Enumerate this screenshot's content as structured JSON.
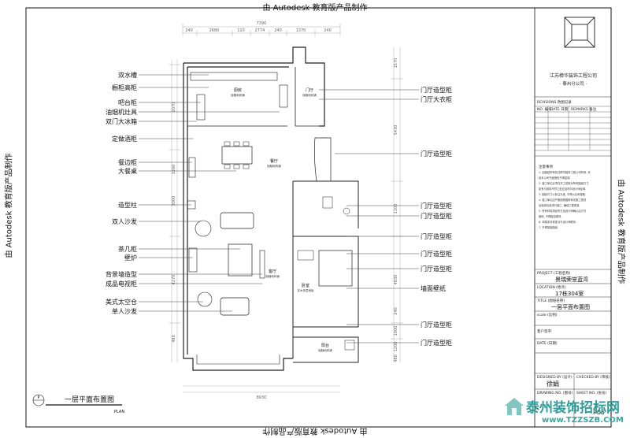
{
  "watermarks": {
    "top": "由 Autodesk 教育版产品制作",
    "bottom": "由 Autodesk 教育版产品制作",
    "left": "由 Autodesk 教育版产品制作",
    "right": "由 Autodesk 教育版产品制作"
  },
  "dimensions": {
    "top_total": "7390",
    "top_segments": [
      "240",
      "2680",
      "110",
      "2774",
      "240",
      "1370",
      "240"
    ],
    "bottom_total": "8930",
    "left_segments": [
      "2070",
      "3260",
      "3000",
      "4270",
      "480"
    ],
    "right_segments": [
      "1570",
      "5430",
      "1100",
      "4830",
      "240",
      "1000",
      "1200",
      "480"
    ]
  },
  "left_labels": [
    "双水槽",
    "橱柜高柜",
    "吧台柜",
    "油烟机灶具",
    "双门大冰箱",
    "定做酒柜",
    "餐边柜",
    "大餐桌",
    "造型柱",
    "双人沙发",
    "茶几柜",
    "壁炉",
    "背景墙造型",
    "成品电视柜",
    "美式太空仓",
    "单人沙发"
  ],
  "right_labels": [
    "门厅造型柜",
    "门厅大衣柜",
    "门厅造型柜",
    "门厅造型柜",
    "门厅造型柜",
    "门厅造型柜",
    "门厅造型柜",
    "门厅造型柜",
    "墙面壁纸",
    "门厅造型柜",
    "门厅造型柜"
  ],
  "rooms": [
    {
      "name": "厨房",
      "sub": "抛釉地砖铺"
    },
    {
      "name": "门厅",
      "sub": "抛釉地砖铺"
    },
    {
      "name": "餐厅",
      "sub": "抛釉地砖铺"
    },
    {
      "name": "客厅",
      "sub": "抛釉地砖铺"
    },
    {
      "name": "卧室",
      "sub": "实木多层地板"
    },
    {
      "name": "阳台",
      "sub": "抛釉地砖铺"
    }
  ],
  "plan_title": {
    "symbol": "P",
    "title": "一层平面布置图",
    "plan": "PLAN"
  },
  "title_block": {
    "company": "江苏樟华装饰工程公司",
    "branch": "· 泰州分公司 ·",
    "revisions_header": "REVISIONS 改图记录",
    "rev_cols": [
      "NO. 编号",
      "DATE 日期",
      "REMARKS 备注"
    ],
    "notes_title": "注意事项",
    "notes": [
      "1. 此图纸所有权归樟华装饰工程公司所有, 未",
      "经本公司书面授权不得复制.",
      "2. 施工单位必须在开工前核对所有图纸尺寸,",
      "如有与现场不符之处应及时向设计师反映.",
      "3. 图纸尺寸以标注为准, 不得以比例量取.",
      "4. 施工单位应严格按照国家有关施工规范",
      "及验收标准进行施工, 确保工程质量.",
      "5. 所有材料须经甲方及设计师确认后方可",
      "使用, 不得擅自更改.",
      "6. 本图未尽事宜请与设计师联系.",
      "7. 不得量取图纸."
    ],
    "project_label": "PROJECT (工程名称)",
    "project": "景瑞荣誉蓝湾",
    "location_label": "LOCATION (地点)",
    "location": "17栋304室",
    "title_label": "TITLE (图纸名称)",
    "drawing_title": "一层平面布置图",
    "scale_label": "scale (比例)",
    "client_label": "客户签字:",
    "date_label": "DATE (日期)",
    "designed_label": "DESIGNED BY (设计)",
    "checked_label": "CHECKED BY (审核)",
    "designer": "徐娟",
    "drawing_no_label": "DRAWING NO. (图号)",
    "sheet_label": "SHEET NO. (张号)",
    "sheet_no": "P05"
  },
  "brand": {
    "name": "泰州装饰招标网",
    "url": "www.TZZSZB.COM",
    "color": "#2f9e9a"
  }
}
